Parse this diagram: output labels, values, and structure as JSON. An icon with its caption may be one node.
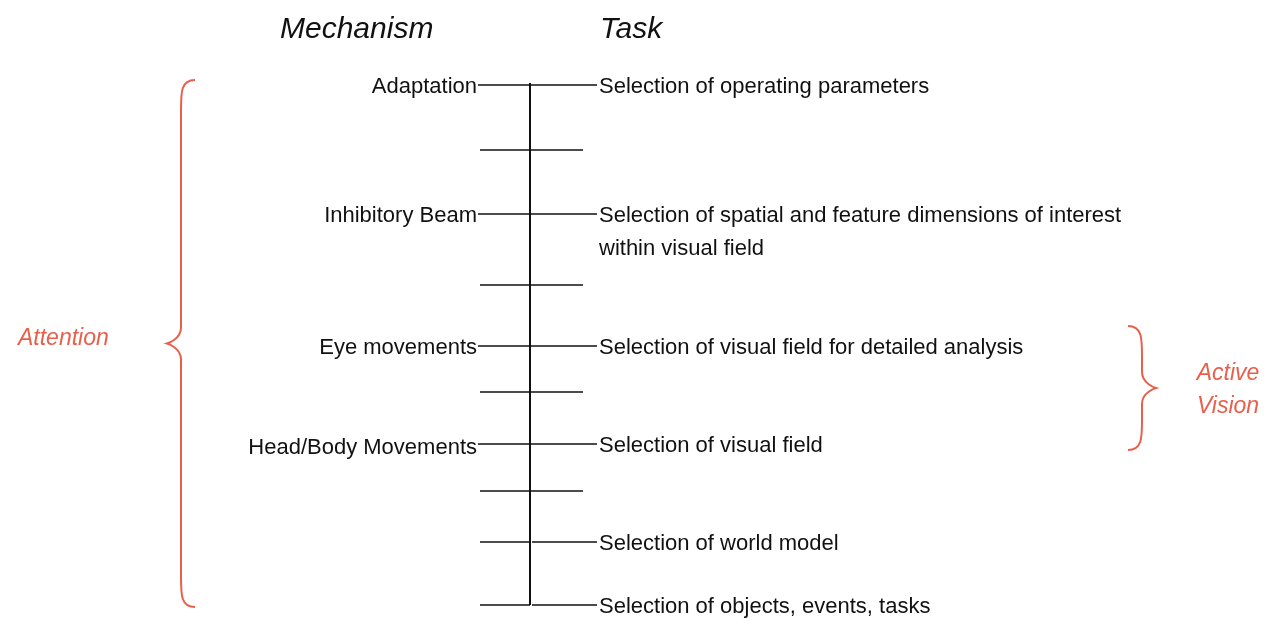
{
  "diagram": {
    "nodes": [
      {
        "text": [
          "Adaptation"
        ]
      },
      {
        "text": [
          "Selection of operating parameters"
        ]
      },
      {
        "text": [
          "Inhibitory Beam"
        ]
      },
      {
        "text": [
          "Selection of spatial and feature dimensions of interest within visual field"
        ]
      },
      {
        "text": [
          "Eye movements"
        ]
      },
      {
        "text": [
          "Selection of visual field for detailed analysis"
        ]
      },
      {
        "text": [
          "Head/Body Movements"
        ]
      },
      {
        "text": [
          "Selection of visual field"
        ]
      },
      {
        "text": [
          "Selection of world model"
        ]
      },
      {
        "text": [
          "Selection of objects, events, tasks"
        ]
      },
      {
        "text": [],
        "shape": "bar"
      }
    ],
    "edges": [
      {
        "from": 0,
        "to": 1,
        "arrow": "none"
      },
      {
        "from": 2,
        "to": 3,
        "arrow": "none"
      },
      {
        "from": 4,
        "to": 5,
        "arrow": "none"
      },
      {
        "from": 6,
        "to": 7,
        "arrow": "none"
      },
      {
        "from": 10,
        "to": 8,
        "arrow": "none"
      },
      {
        "from": 10,
        "to": 9,
        "arrow": "none"
      }
    ],
    "labels": [
      "Mechanism",
      "Task",
      "Attention",
      "Active Vision"
    ]
  }
}
